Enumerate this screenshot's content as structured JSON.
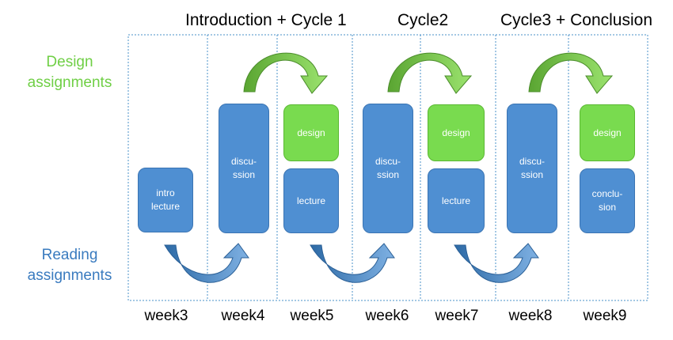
{
  "sections": {
    "intro_cycle1": "Introduction + Cycle 1",
    "cycle2": "Cycle2",
    "cycle3_conclusion": "Cycle3 + Conclusion"
  },
  "rows": {
    "design": [
      "Design",
      "assignments"
    ],
    "reading": [
      "Reading",
      "assignments"
    ]
  },
  "weeks": [
    "week3",
    "week4",
    "week5",
    "week6",
    "week7",
    "week8",
    "week9"
  ],
  "boxes": {
    "intro_lecture": [
      "intro",
      "lecture"
    ],
    "discussion": [
      "discu-",
      "ssion"
    ],
    "design": "design",
    "lecture": "lecture",
    "conclusion": [
      "conclu-",
      "sion"
    ]
  },
  "colors": {
    "blue_box": "#4f8fd2",
    "green_box": "#79db4f",
    "design_text": "#6fcf45",
    "reading_text": "#3a7bbf",
    "grid_line": "#4a90c8"
  }
}
